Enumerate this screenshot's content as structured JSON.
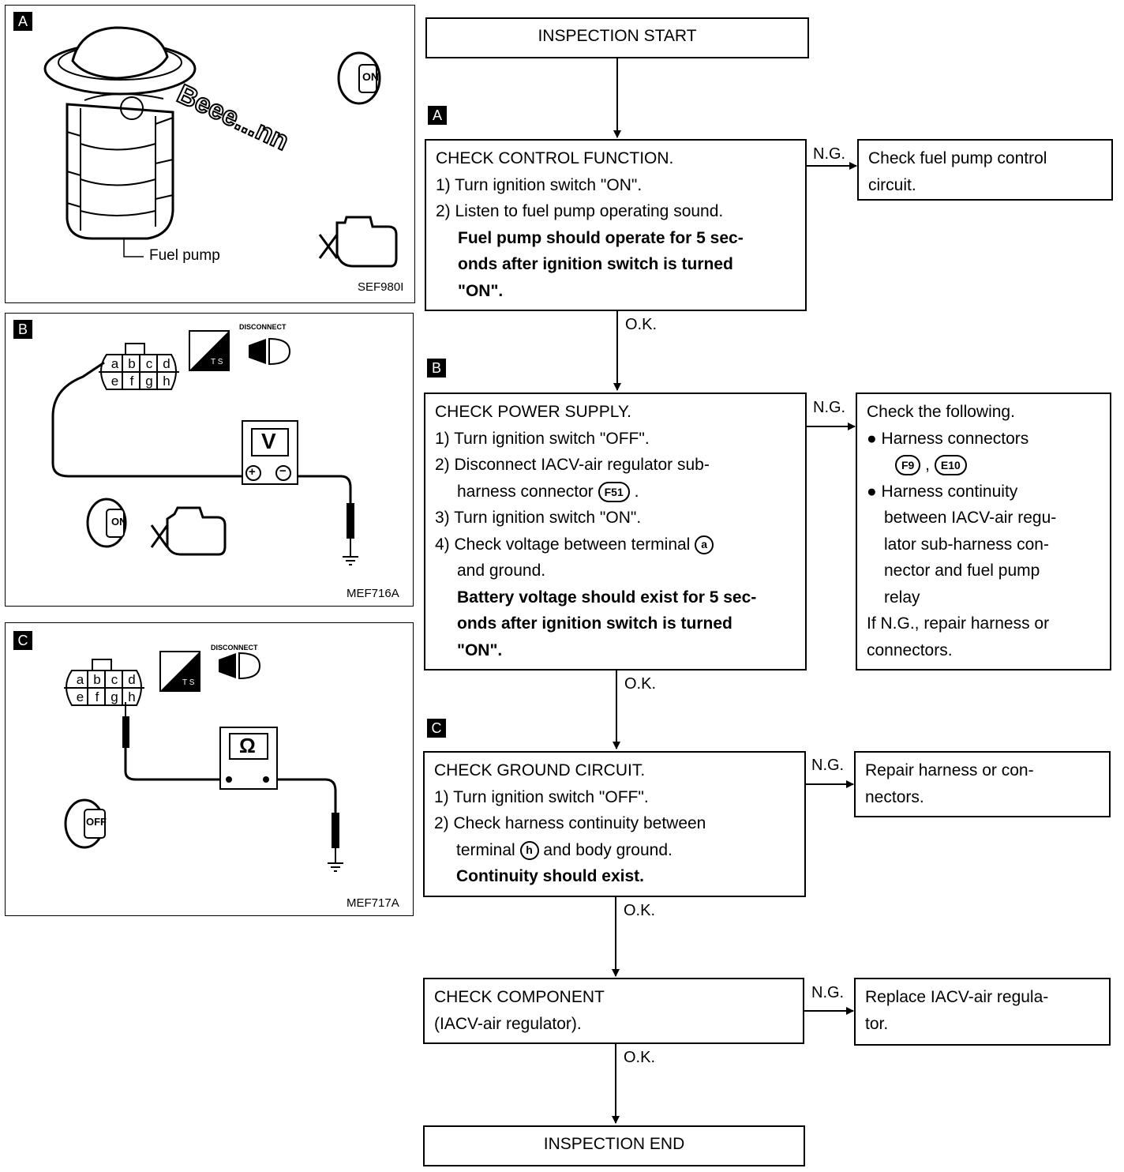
{
  "flow": {
    "start": "INSPECTION START",
    "end": "INSPECTION END",
    "ok": "O.K.",
    "ng": "N.G.",
    "steps": [
      {
        "tag": "A",
        "lines": [
          "CHECK CONTROL FUNCTION.",
          "1) Turn ignition switch \"ON\".",
          "2) Listen to fuel pump operating sound."
        ],
        "bold": [
          "Fuel pump should operate for 5 sec-",
          "onds after ignition switch is turned",
          "\"ON\"."
        ],
        "ng_lines": [
          "Check fuel pump control",
          "circuit."
        ]
      },
      {
        "tag": "B",
        "lines": [
          "CHECK POWER SUPPLY.",
          "1) Turn ignition switch \"OFF\".",
          "2) Disconnect IACV-air regulator sub-",
          "harness connector",
          "3) Turn ignition switch \"ON\".",
          "4) Check voltage between terminal",
          "and ground."
        ],
        "connector": "F51",
        "terminal": "a",
        "bold": [
          "Battery voltage should exist for 5 sec-",
          "onds after ignition switch is turned",
          "\"ON\"."
        ],
        "ng_lines": [
          "Check the following.",
          "Harness connectors",
          "Harness continuity",
          "between IACV-air regu-",
          "lator sub-harness con-",
          "nector and fuel pump",
          "relay",
          "If N.G., repair harness or",
          "connectors."
        ],
        "ng_connectors": [
          "F9",
          "E10"
        ]
      },
      {
        "tag": "C",
        "lines": [
          "CHECK GROUND CIRCUIT.",
          "1) Turn ignition switch \"OFF\".",
          "2) Check harness continuity between",
          "terminal",
          "and body ground."
        ],
        "terminal": "h",
        "bold": [
          "Continuity should exist."
        ],
        "ng_lines": [
          "Repair harness or con-",
          "nectors."
        ]
      },
      {
        "lines": [
          "CHECK COMPONENT",
          "(IACV-air regulator)."
        ],
        "ng_lines": [
          "Replace IACV-air regula-",
          "tor."
        ]
      }
    ]
  },
  "figures": [
    {
      "tag": "A",
      "label": "Fuel pump",
      "sound": "Beee...nn",
      "key": "ON",
      "code": "SEF980I"
    },
    {
      "tag": "B",
      "pins_top": [
        "a",
        "b",
        "c",
        "d"
      ],
      "pins_bottom": [
        "e",
        "f",
        "g",
        "h"
      ],
      "meter": "V",
      "plus": "+",
      "minus": "−",
      "disconnect": "DISCONNECT",
      "ts": "T S",
      "key": "ON",
      "code": "MEF716A"
    },
    {
      "tag": "C",
      "pins_top": [
        "a",
        "b",
        "c",
        "d"
      ],
      "pins_bottom": [
        "e",
        "f",
        "g",
        "h"
      ],
      "meter": "Ω",
      "disconnect": "DISCONNECT",
      "ts": "T S",
      "key": "OFF",
      "code": "MEF717A"
    }
  ]
}
